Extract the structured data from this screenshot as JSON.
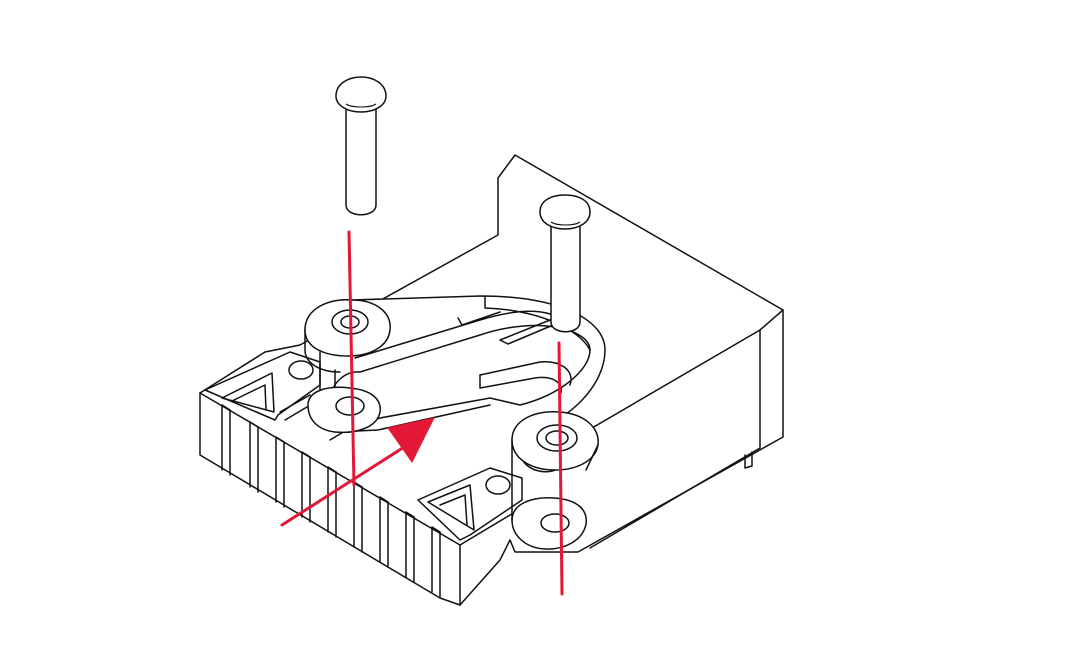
{
  "diagram": {
    "parts": [
      {
        "name": "left-rivet-pin",
        "icon": "rivet-pin-icon"
      },
      {
        "name": "right-rivet-pin",
        "icon": "rivet-pin-icon"
      },
      {
        "name": "mounting-clip-base",
        "icon": "clip-base-icon"
      }
    ],
    "guides": [
      {
        "name": "left-pin-guide-line",
        "role": "insertion axis"
      },
      {
        "name": "right-pin-guide-line",
        "role": "insertion axis"
      },
      {
        "name": "insert-direction-arrow",
        "role": "slide direction"
      }
    ],
    "colors": {
      "line": "#111111",
      "guide": "#e31836",
      "background": "#ffffff"
    }
  }
}
